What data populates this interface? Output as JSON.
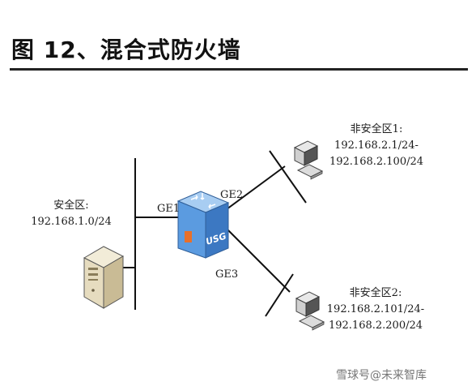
{
  "title": "图 12、混合式防火墙",
  "diagram": {
    "safe_zone": {
      "name": "安全区:",
      "subnet": "192.168.1.0/24"
    },
    "unsafe_zone_1": {
      "name": "非安全区1:",
      "range_start": "192.168.2.1/24-",
      "range_end": "192.168.2.100/24"
    },
    "unsafe_zone_2": {
      "name": "非安全区2:",
      "range_start": "192.168.2.101/24-",
      "range_end": "192.168.2.200/24"
    },
    "firewall": {
      "label": "USG",
      "ports": [
        "GE1",
        "GE2",
        "GE3"
      ]
    }
  },
  "watermark": "雪球号@未来智库",
  "colors": {
    "firewall_face": "#5b9be0",
    "firewall_top": "#a8cdf2",
    "firewall_side": "#3c78c2",
    "firewall_logo": "#e8702a",
    "line": "#111111"
  }
}
